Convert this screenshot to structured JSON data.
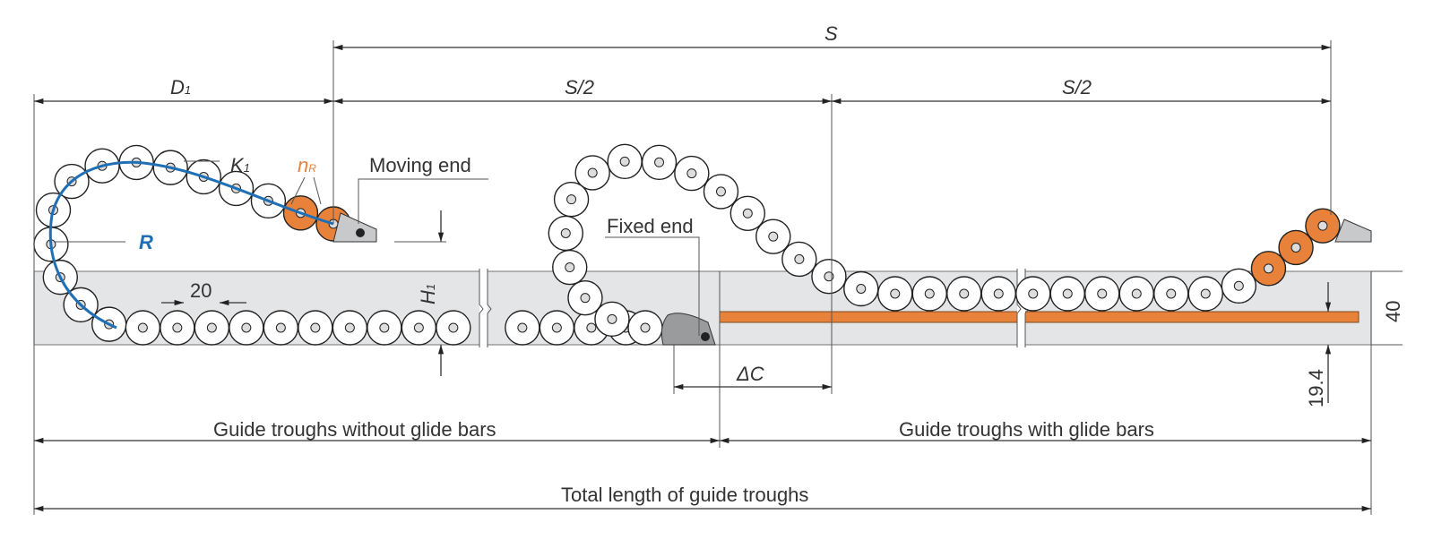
{
  "labels": {
    "s": "S",
    "s_half_left": "S/2",
    "s_half_right": "S/2",
    "d1": "D",
    "d1_sub": "1",
    "k1": "K",
    "k1_sub": "1",
    "nr": "n",
    "nr_sub": "R",
    "moving_end": "Moving end",
    "fixed_end": "Fixed end",
    "r": "R",
    "h1": "H",
    "h1_sub": "1",
    "pitch": "20",
    "delta_c": "ΔC",
    "height_40": "40",
    "height_19_4": "19.4",
    "without_glide": "Guide troughs without glide bars",
    "with_glide": "Guide troughs with glide bars",
    "total": "Total length of guide troughs"
  },
  "colors": {
    "orange": "#e8823a",
    "blue": "#1f6fb5",
    "trough": "#e4e5e7",
    "end_block": "#c8c9cb"
  }
}
